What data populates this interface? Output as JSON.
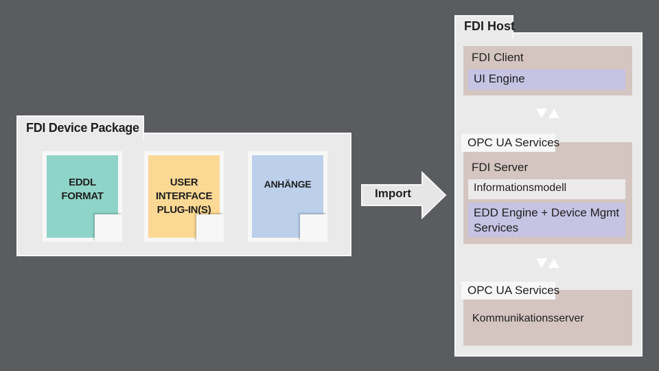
{
  "device_package": {
    "title": "FDI Device Package",
    "documents": [
      {
        "label": "EDDL FORMAT",
        "color": "#8fd4c8"
      },
      {
        "label": "USER INTERFACE PLUG-IN(S)",
        "color": "#fbd894"
      },
      {
        "label": "ANHÄNGE",
        "color": "#bcd0ec"
      }
    ]
  },
  "import": {
    "label": "Import"
  },
  "host": {
    "title": "FDI Host",
    "client": {
      "title": "FDI Client",
      "ui_engine": "UI Engine"
    },
    "opc_services_1": "OPC UA Services",
    "server": {
      "title": "FDI Server",
      "information_model": "Informationsmodell",
      "edd_engine": "EDD Engine + Device Mgmt Services"
    },
    "opc_services_2": "OPC UA Services",
    "comm_server": "Kommunikationsserver"
  },
  "colors": {
    "background": "#5b5c5f",
    "panel": "#eaeaea",
    "module": "#d4c5c0",
    "engine": "#c6c3e3"
  }
}
